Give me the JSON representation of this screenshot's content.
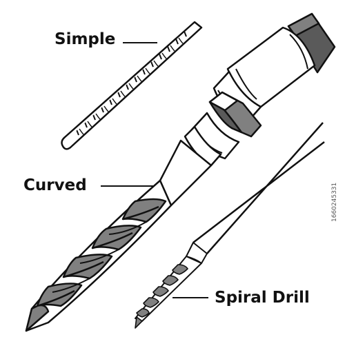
{
  "labels": {
    "simple": "Simple",
    "curved": "Curved",
    "spiral": "Spiral Drill"
  },
  "stock_id": "1660245331",
  "colors": {
    "outline": "#111111",
    "shade": "#808080",
    "dark_shade": "#5a5a5a",
    "fill": "#ffffff"
  },
  "icons": [
    "simple-drill-bit-icon",
    "curved-drill-bit-icon",
    "drill-chuck-icon",
    "spiral-drill-bit-icon"
  ]
}
